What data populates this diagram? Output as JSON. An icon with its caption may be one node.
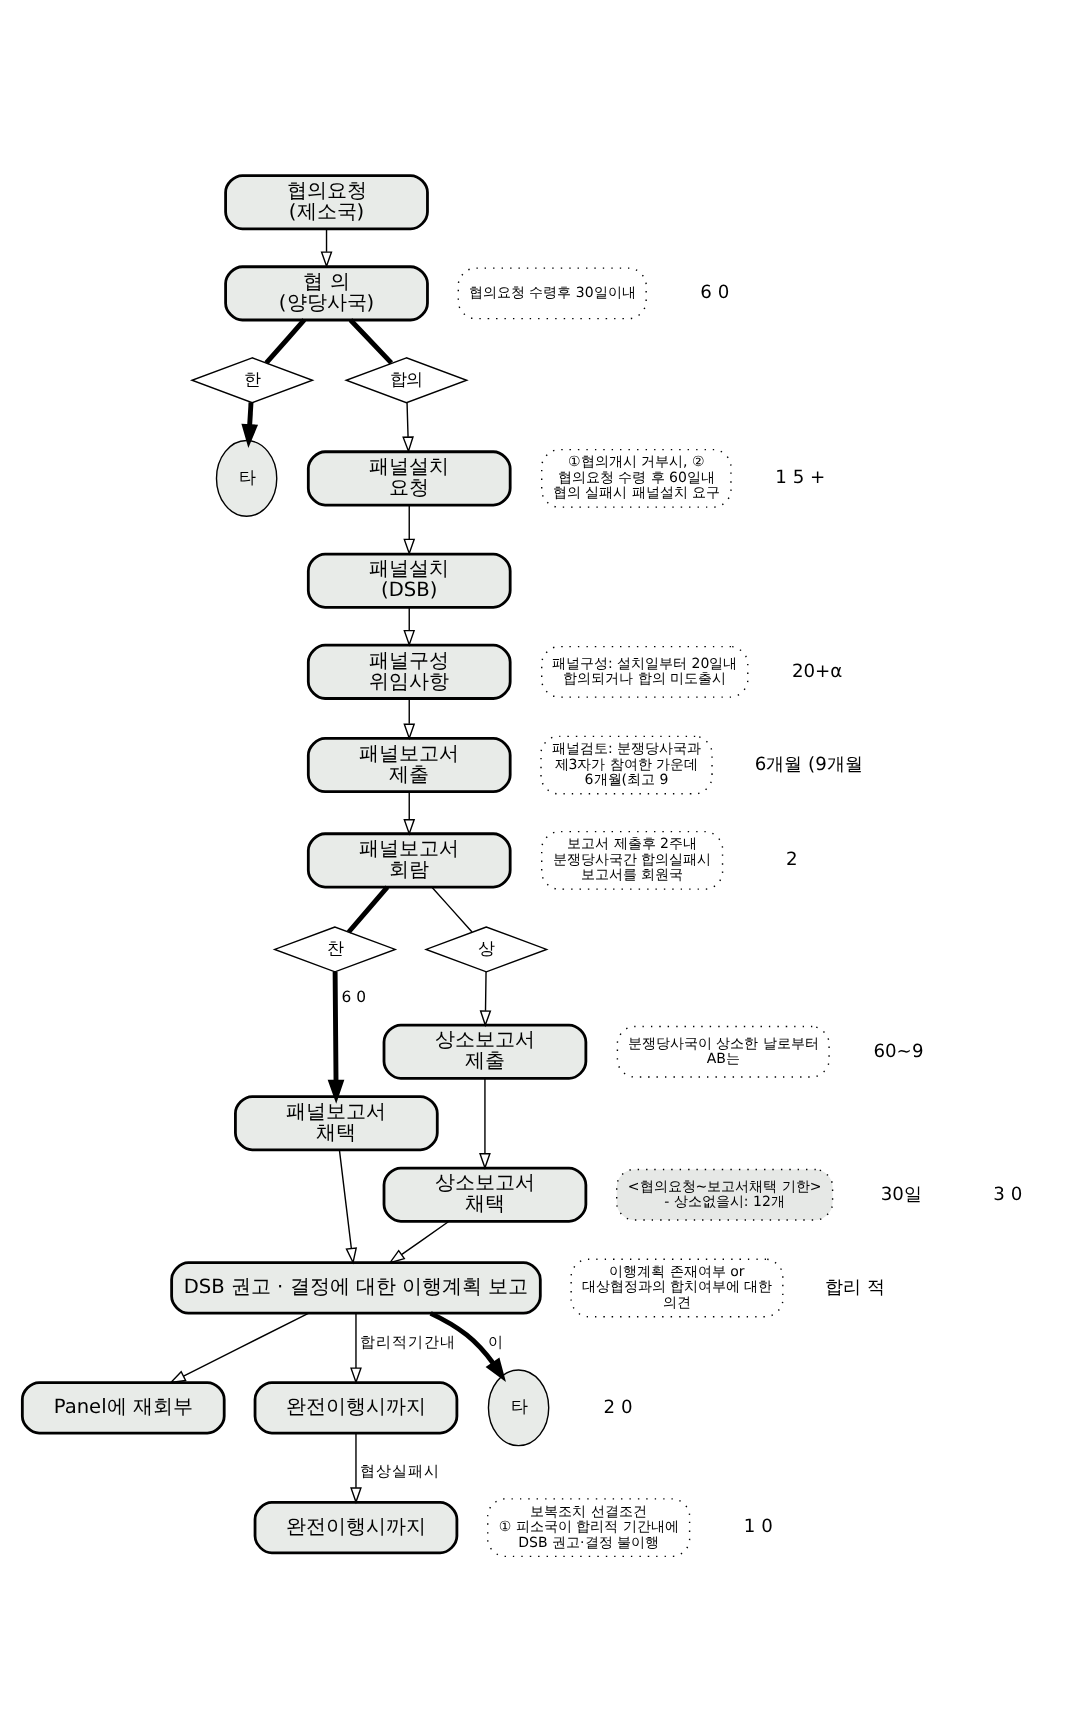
{
  "diagram": {
    "nodes": [
      {
        "text": [
          "협의요청",
          "(제소국)"
        ]
      },
      {
        "text": [
          "협 의",
          "(양당사국)"
        ]
      },
      {
        "text": [
          "한"
        ]
      },
      {
        "text": [
          "합의"
        ]
      },
      {
        "text": [
          "타"
        ]
      },
      {
        "text": [
          "패널설치",
          "요청"
        ]
      },
      {
        "text": [
          "패널설치",
          "(DSB)"
        ]
      },
      {
        "text": [
          "패널구성",
          "위임사항"
        ]
      },
      {
        "text": [
          "패널보고서",
          "제출"
        ]
      },
      {
        "text": [
          "찬"
        ]
      },
      {
        "text": [
          "패널보고서",
          "회람"
        ]
      },
      {
        "text": [
          "상"
        ]
      },
      {
        "text": [
          "상소보고서",
          "제출"
        ]
      },
      {
        "text": [
          "패널보고서",
          "채택"
        ]
      },
      {
        "text": [
          "상소보고서",
          "채택"
        ]
      },
      {
        "text": [
          "DSB 권고 · 결정에 대한 이행계획 보고"
        ]
      },
      {
        "text": [
          "Panel에 재회부"
        ]
      },
      {
        "text": [
          "완전이행시까지"
        ]
      },
      {
        "text": [
          "타"
        ]
      },
      {
        "text": [
          "완전이행시까지"
        ]
      },
      {
        "text": [
          "협의요청 수령후 30일이내"
        ]
      },
      {
        "text": [
          "①협의개시 거부시, ② 협의요청 수령 후 60일내 협의 실패시 패널설치 요구"
        ]
      },
      {
        "text": [
          "패널구성: 설치일부터 20일내 합의되거나 합의 미도출시"
        ]
      },
      {
        "text": [
          "패널검토: 분쟁당사국과 제3자가 참여한 가운데 6개월(최고 9"
        ]
      },
      {
        "text": [
          "보고서 제출후 2주내 분쟁당사국간 합의실패시 보고서를 회원국"
        ]
      },
      {
        "text": [
          "분쟁당사국이 상소한 날로부터 AB는"
        ]
      },
      {
        "text": [
          "<협의요청~보고서채택 기한>",
          "- 상소없을시: 12개"
        ]
      },
      {
        "text": [
          "이행계획 존재여부 or 대상협정과의 합치여부에 대한 의견"
        ]
      },
      {
        "text": [
          "보복조치 선결조건",
          "① 피소국이 합리적 기간내에 DSB 권고·결정 불이행"
        ]
      }
    ],
    "edges": [
      {
        "from": 0,
        "to": 1,
        "arrow": "to"
      },
      {
        "from": 1,
        "to": 2,
        "arrow": "none",
        "style": "thick"
      },
      {
        "from": 2,
        "to": 4,
        "arrow": "to",
        "style": "thick"
      },
      {
        "from": 1,
        "to": 3,
        "arrow": "none",
        "style": "thick"
      },
      {
        "from": 3,
        "to": 5,
        "arrow": "to"
      },
      {
        "from": 5,
        "to": 6,
        "arrow": "to"
      },
      {
        "from": 6,
        "to": 7,
        "arrow": "to"
      },
      {
        "from": 7,
        "to": 8,
        "arrow": "to"
      },
      {
        "from": 8,
        "to": 10,
        "arrow": "to"
      },
      {
        "from": 10,
        "to": 9,
        "arrow": "none",
        "style": "thick"
      },
      {
        "from": 9,
        "to": 13,
        "arrow": "to",
        "label": "6 0",
        "style": "thick"
      },
      {
        "from": 10,
        "to": 11,
        "arrow": "none"
      },
      {
        "from": 11,
        "to": 12,
        "arrow": "to"
      },
      {
        "from": 12,
        "to": 14,
        "arrow": "to"
      },
      {
        "from": 13,
        "to": 15,
        "arrow": "to"
      },
      {
        "from": 14,
        "to": 15,
        "arrow": "to"
      },
      {
        "from": 15,
        "to": 16,
        "arrow": "to"
      },
      {
        "from": 15,
        "to": 18,
        "arrow": "to",
        "label": "이",
        "style": "thick"
      },
      {
        "from": 15,
        "to": 17,
        "arrow": "to",
        "label": "합리적기간내"
      },
      {
        "from": 17,
        "to": 19,
        "arrow": "to",
        "label": "협상실패시"
      }
    ],
    "labels": [
      "6 0",
      "1 5 +",
      "20+α",
      "6개월 (9개월",
      "2",
      "60~9",
      "30일",
      "3 0",
      "합리 적",
      "2 0",
      "1 0"
    ]
  }
}
